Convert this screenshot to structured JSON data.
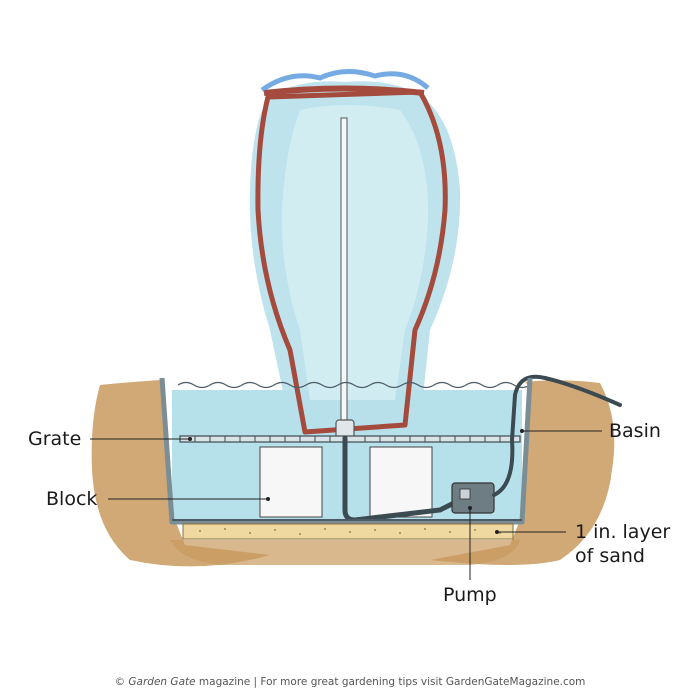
{
  "labels": {
    "grate": "Grate",
    "block": "Block",
    "basin": "Basin",
    "sand_line1": "1 in. layer",
    "sand_line2": "of sand",
    "pump": "Pump"
  },
  "footer": {
    "copyright": "© ",
    "brand": "Garden Gate",
    "tail": " magazine | For more great gardening tips visit GardenGateMagazine.com"
  },
  "colors": {
    "soil": "#c99a5e",
    "water": "#a9dbe6",
    "basin_wall": "#7b8d95",
    "urn_outline": "#a44b3e",
    "sand": "#efd9a0",
    "pump": "#6e7c84"
  }
}
